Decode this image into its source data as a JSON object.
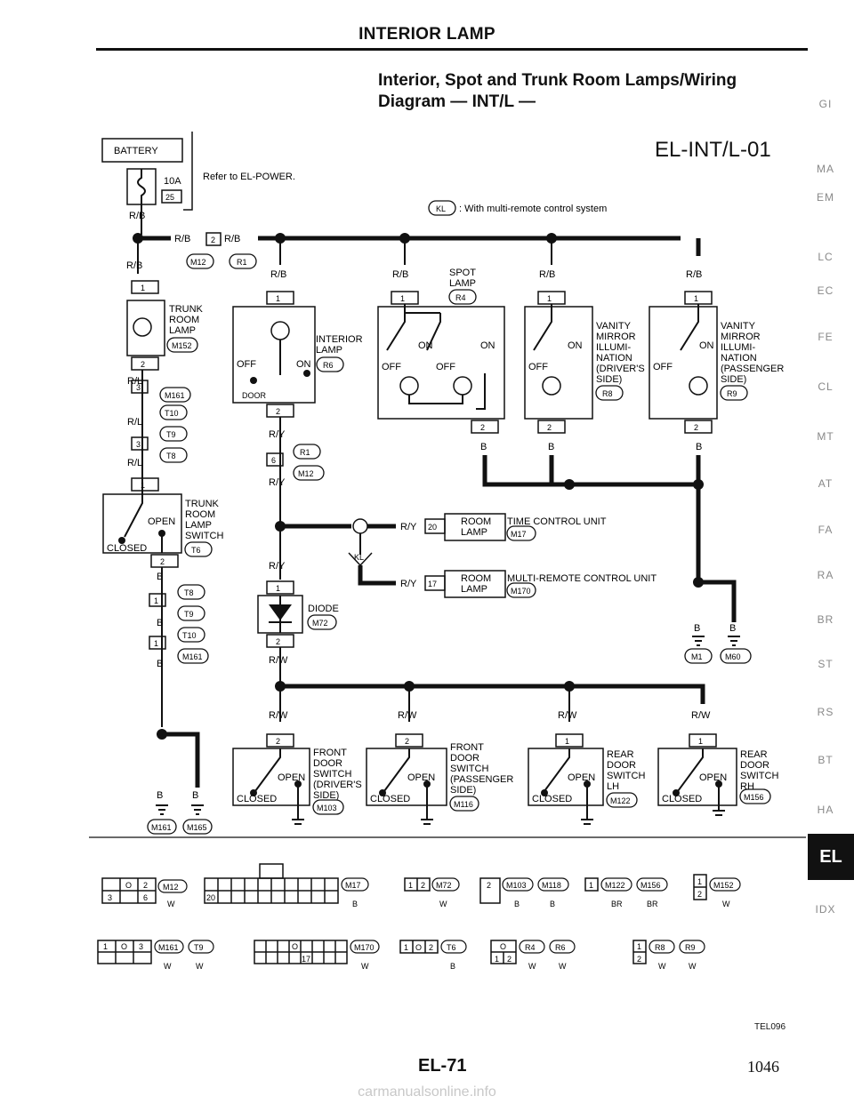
{
  "header": {
    "title": "INTERIOR LAMP"
  },
  "subtitle": {
    "line1": "Interior, Spot and Trunk Room Lamps/Wiring",
    "line2": "Diagram — INT/L —"
  },
  "diagram_code": "EL-INT/L-01",
  "sidebar": {
    "items": [
      "GI",
      "MA",
      "EM",
      "LC",
      "EC",
      "FE",
      "CL",
      "MT",
      "AT",
      "FA",
      "RA",
      "BR",
      "ST",
      "RS",
      "BT",
      "HA",
      "IDX"
    ],
    "active": "EL"
  },
  "legend": {
    "kl": "KL",
    "text": ": With multi-remote control system"
  },
  "battery": {
    "label": "BATTERY",
    "fuse_amp": "10A",
    "fuse_no": "25",
    "ref": "Refer to EL-POWER."
  },
  "wires": {
    "rb": "R/B",
    "rl": "R/L",
    "ry": "R/Y",
    "rw": "R/W",
    "b": "B"
  },
  "connectors": {
    "c1": "1",
    "c2": "2",
    "c3": "3",
    "c6": "6",
    "c17": "17",
    "c20": "20",
    "m12": "M12",
    "r1": "R1",
    "m152": "M152",
    "m161": "M161",
    "t10": "T10",
    "t9": "T9",
    "t8": "T8",
    "r6": "R6",
    "r4": "R4",
    "r8": "R8",
    "r9": "R9",
    "t6": "T6",
    "m17": "M17",
    "m170": "M170",
    "m72": "M72",
    "m1": "M1",
    "m60": "M60",
    "m165": "M165",
    "m103": "M103",
    "m116": "M116",
    "m122": "M122",
    "m156": "M156",
    "m118": "M118"
  },
  "components": {
    "trunk_room_lamp": [
      "TRUNK",
      "ROOM",
      "LAMP"
    ],
    "interior_lamp": [
      "INTERIOR",
      "LAMP"
    ],
    "spot_lamp": [
      "SPOT",
      "LAMP"
    ],
    "vanity_driver": [
      "VANITY",
      "MIRROR",
      "ILLUMI-",
      "NATION",
      "(DRIVER'S",
      "SIDE)"
    ],
    "vanity_passenger": [
      "VANITY",
      "MIRROR",
      "ILLUMI-",
      "NATION",
      "(PASSENGER",
      "SIDE)"
    ],
    "trunk_room_lamp_switch": [
      "TRUNK",
      "ROOM",
      "LAMP",
      "SWITCH"
    ],
    "room_lamp": [
      "ROOM",
      "LAMP"
    ],
    "time_control_unit": "TIME CONTROL UNIT",
    "multi_remote_unit": "MULTI-REMOTE CONTROL UNIT",
    "diode": "DIODE",
    "front_door_switch_driver": [
      "FRONT",
      "DOOR",
      "SWITCH",
      "(DRIVER'S",
      "SIDE)"
    ],
    "front_door_switch_passenger": [
      "FRONT",
      "DOOR",
      "SWITCH",
      "(PASSENGER",
      "SIDE)"
    ],
    "rear_door_switch_lh": [
      "REAR",
      "DOOR",
      "SWITCH",
      "LH"
    ],
    "rear_door_switch_rh": [
      "REAR",
      "DOOR",
      "SWITCH",
      "RH"
    ]
  },
  "states": {
    "on": "ON",
    "off": "OFF",
    "door": "DOOR",
    "open": "OPEN",
    "closed": "CLOSED"
  },
  "connector_views": {
    "row1": [
      {
        "pins": [
          "",
          "O",
          "2",
          "3",
          "",
          "6"
        ],
        "ids": [
          "M12"
        ],
        "colors": [
          "W"
        ]
      },
      {
        "pins": [
          "20"
        ],
        "ids": [
          "M17"
        ],
        "colors": [
          "B"
        ]
      },
      {
        "pins": [
          "1",
          "2"
        ],
        "ids": [
          "M72"
        ],
        "colors": [
          "W"
        ]
      },
      {
        "pins": [
          "2"
        ],
        "ids": [
          "M103",
          "M118"
        ],
        "colors": [
          "B",
          "B"
        ]
      },
      {
        "pins": [
          "1"
        ],
        "ids": [
          "M122",
          "M156"
        ],
        "colors": [
          "BR",
          "BR"
        ]
      },
      {
        "pins": [
          "1",
          "2"
        ],
        "ids": [
          "M152"
        ],
        "colors": [
          "W"
        ]
      }
    ],
    "row2": [
      {
        "pins": [
          "1",
          "O",
          "3"
        ],
        "ids": [
          "M161",
          "T9"
        ],
        "colors": [
          "W",
          "W"
        ]
      },
      {
        "pins": [
          "O",
          "17"
        ],
        "ids": [
          "M170"
        ],
        "colors": [
          "W"
        ]
      },
      {
        "pins": [
          "1",
          "O",
          "2"
        ],
        "ids": [
          "T6"
        ],
        "colors": [
          "B"
        ]
      },
      {
        "pins": [
          "O",
          "1",
          "2"
        ],
        "ids": [
          "R4",
          "R6"
        ],
        "colors": [
          "W",
          "W"
        ]
      },
      {
        "pins": [
          "1",
          "2"
        ],
        "ids": [
          "R8",
          "R9"
        ],
        "colors": [
          "W",
          "W"
        ]
      }
    ]
  },
  "footer": {
    "code": "TEL096",
    "page": "EL-71",
    "page_number": "1046",
    "watermark": "carmanualsonline.info"
  }
}
